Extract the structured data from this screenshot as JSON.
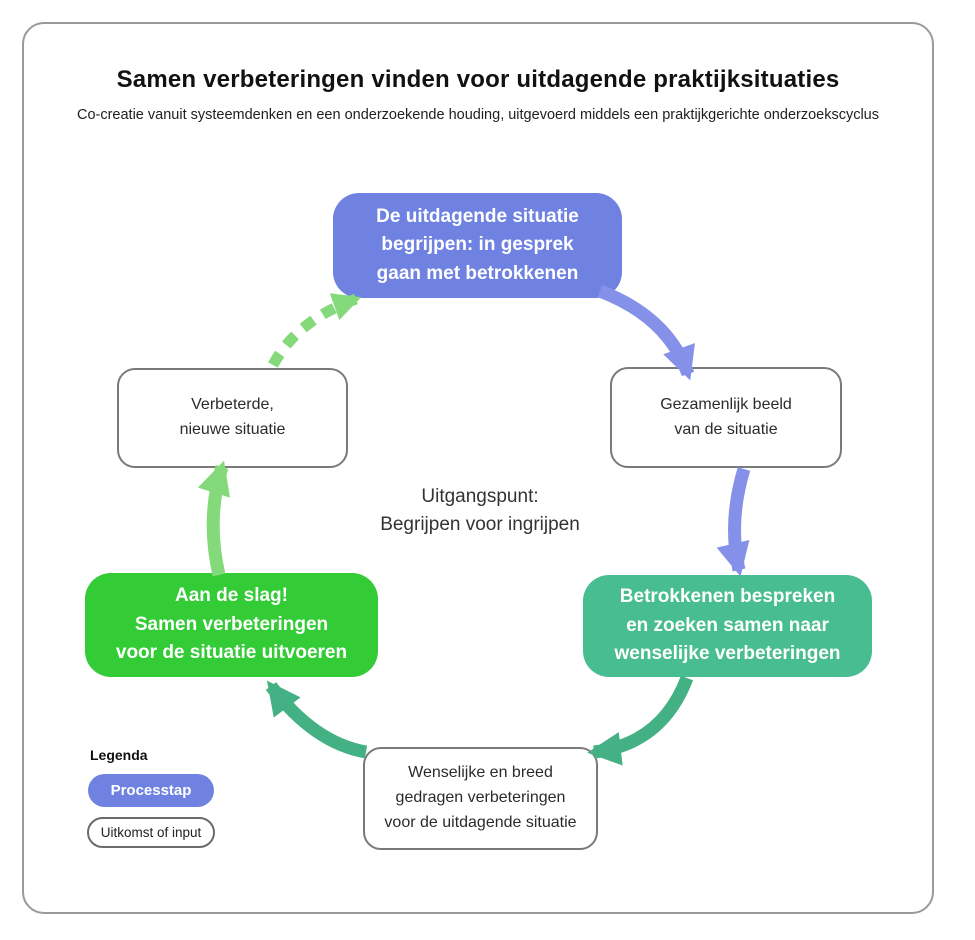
{
  "header": {
    "title": "Samen verbeteringen vinden voor uitdagende praktijksituaties",
    "subtitle": "Co-creatie vanuit systeemdenken en een onderzoekende houding, uitgevoerd middels een praktijkgerichte onderzoekscyclus"
  },
  "nodes": {
    "process_understand": {
      "type": "process",
      "lines": [
        "De uitdagende situatie",
        "begrijpen: in gesprek",
        "gaan met betrokkenen"
      ]
    },
    "outcome_shared_view": {
      "type": "outcome",
      "lines": [
        "Gezamenlijk beeld",
        "van de situatie"
      ]
    },
    "process_discuss": {
      "type": "process",
      "lines": [
        "Betrokkenen bespreken",
        "en zoeken samen naar",
        "wenselijke verbeteringen"
      ]
    },
    "outcome_improvements": {
      "type": "outcome",
      "lines": [
        "Wenselijke en breed",
        "gedragen verbeteringen",
        "voor de uitdagende situatie"
      ]
    },
    "process_execute": {
      "type": "process",
      "lines": [
        "Aan de slag!",
        "Samen verbeteringen",
        "voor de situatie uitvoeren"
      ]
    },
    "outcome_new_situation": {
      "type": "outcome",
      "lines": [
        "Verbeterde,",
        "nieuwe situatie"
      ]
    }
  },
  "center_note": {
    "lines": [
      "Uitgangspunt:",
      "Begrijpen voor ingrijpen"
    ]
  },
  "legend": {
    "title": "Legenda",
    "process_label": "Processtap",
    "outcome_label": "Uitkomst of input"
  },
  "colors": {
    "process_blue": "#6f82e2",
    "process_teal": "#48bd92",
    "process_green": "#33cb36",
    "arrow_blue": "#8591e9",
    "arrow_teal": "#43b183",
    "arrow_light_green": "#84d97a",
    "outcome_border": "#7a7a7a",
    "frame_border": "#9a9a9a"
  }
}
